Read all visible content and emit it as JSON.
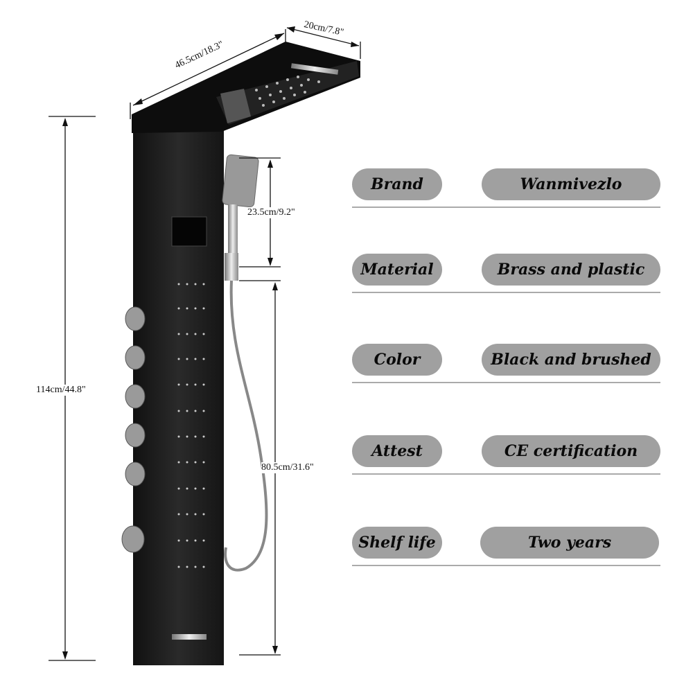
{
  "dimensions": {
    "head_length": "46.5cm/18.3\"",
    "head_width": "20cm/7.8\"",
    "total_height": "114cm/44.8\"",
    "handheld_length": "23.5cm/9.2\"",
    "handheld_height": "80.5cm/31.6\""
  },
  "specs": [
    {
      "label": "Brand",
      "value": "Wanmivezlo"
    },
    {
      "label": "Material",
      "value": "Brass and plastic"
    },
    {
      "label": "Color",
      "value": "Black and brushed"
    },
    {
      "label": "Attest",
      "value": "CE certification"
    },
    {
      "label": "Shelf life",
      "value": "Two years"
    }
  ],
  "colors": {
    "pill": "#a0a0a0",
    "rule": "#aaaaaa",
    "panel": "#1c1c1c"
  }
}
